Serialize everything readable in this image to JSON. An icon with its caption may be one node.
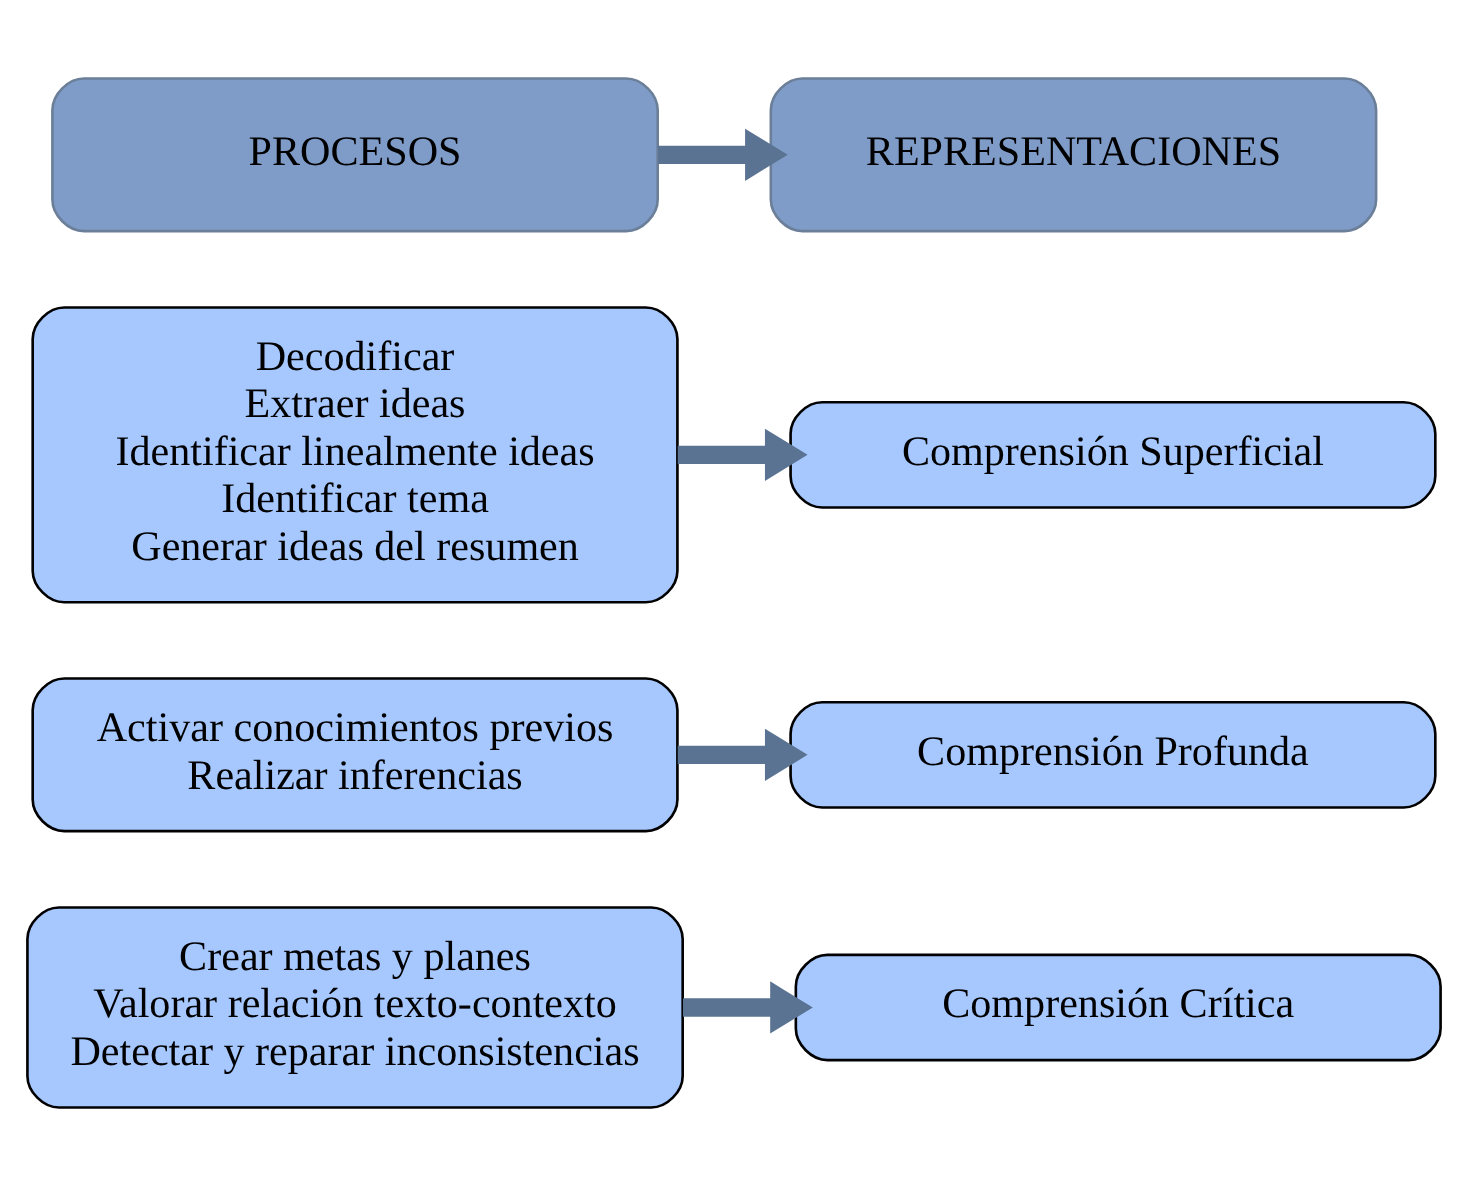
{
  "diagram": {
    "nodes": [
      {
        "text": [
          "PROCESOS"
        ]
      },
      {
        "text": [
          "REPRESENTACIONES"
        ]
      },
      {
        "text": [
          "Decodificar",
          "Extraer ideas",
          "Identificar linealmente ideas",
          "Identificar tema",
          "Generar ideas del resumen"
        ]
      },
      {
        "text": [
          "Comprensión Superficial"
        ]
      },
      {
        "text": [
          "Activar conocimientos previos",
          "Realizar inferencias"
        ]
      },
      {
        "text": [
          "Comprensión Profunda"
        ]
      },
      {
        "text": [
          "Crear metas y planes",
          "Valorar relación texto-contexto",
          "Detectar y reparar inconsistencias"
        ]
      },
      {
        "text": [
          "Comprensión Crítica"
        ]
      }
    ],
    "edges": [
      {
        "from": 0,
        "to": 1,
        "arrow": "to"
      },
      {
        "from": 2,
        "to": 3,
        "arrow": "to"
      },
      {
        "from": 4,
        "to": 5,
        "arrow": "to"
      },
      {
        "from": 6,
        "to": 7,
        "arrow": "to"
      }
    ]
  }
}
